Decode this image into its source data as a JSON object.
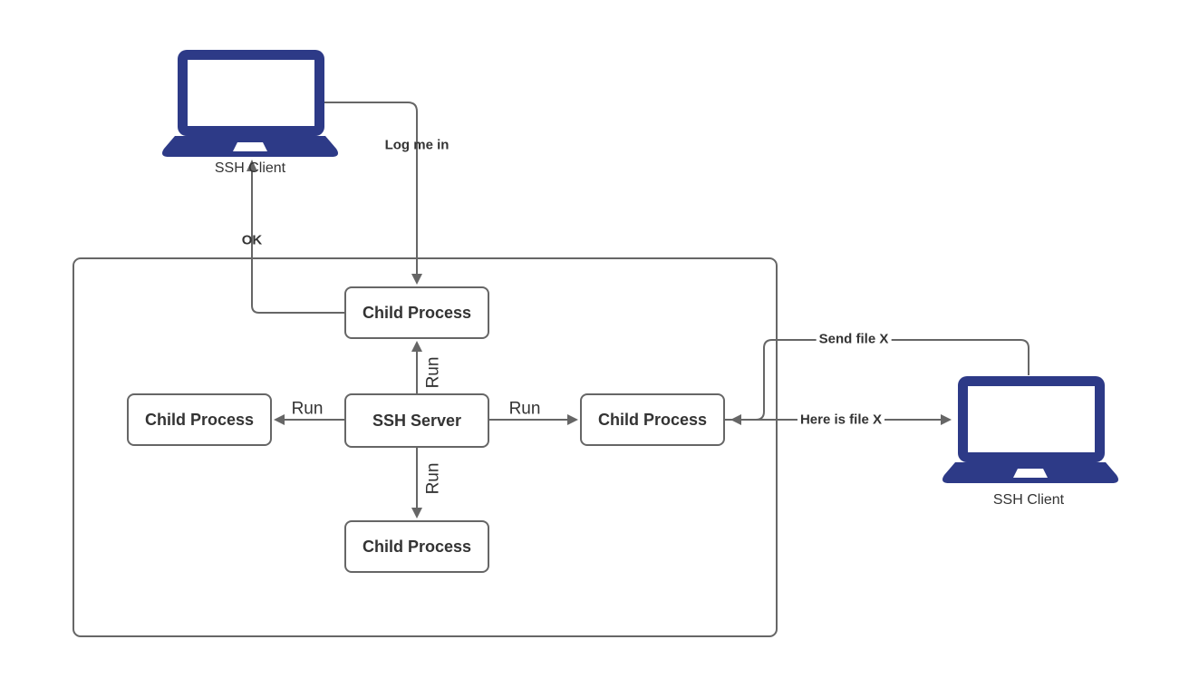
{
  "nodes": {
    "client_left": {
      "label": "SSH Client"
    },
    "client_right": {
      "label": "SSH Client"
    },
    "server": {
      "label": "SSH Server"
    },
    "child_top": {
      "label": "Child Process"
    },
    "child_left": {
      "label": "Child Process"
    },
    "child_right": {
      "label": "Child Process"
    },
    "child_bottom": {
      "label": "Child Process"
    }
  },
  "edges": {
    "log_me_in": {
      "label": "Log me in"
    },
    "ok": {
      "label": "OK"
    },
    "run_top": {
      "label": "Run"
    },
    "run_left": {
      "label": "Run"
    },
    "run_right": {
      "label": "Run"
    },
    "run_bottom": {
      "label": "Run"
    },
    "send_file": {
      "label": "Send file X"
    },
    "here_is_file": {
      "label": "Here is file X"
    }
  },
  "colors": {
    "laptop": "#2d3a87",
    "line": "#666666",
    "text": "#333333"
  }
}
